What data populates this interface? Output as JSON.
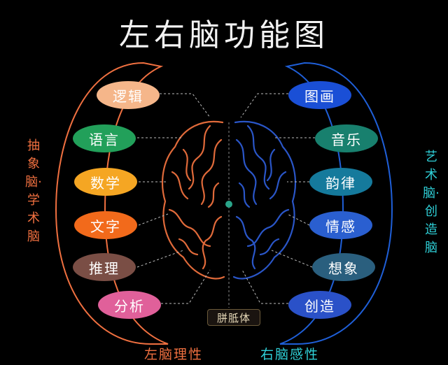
{
  "title": "左右脑功能图",
  "left_side_label": "抽象脑·学术脑",
  "right_side_label": "艺术脑·创造脑",
  "left_functions": [
    "逻辑",
    "语言",
    "数学",
    "文字",
    "推理",
    "分析"
  ],
  "right_functions": [
    "图画",
    "音乐",
    "韵律",
    "情感",
    "想象",
    "创造"
  ],
  "corpus_callosum": "胼胝体",
  "bottom_left": "左脑理性",
  "bottom_right": "右脑感性",
  "colors": {
    "left_outline": "#f07040",
    "right_outline": "#1f5fd8",
    "left_pills": [
      "#f5b68a",
      "#22a05a",
      "#f5a623",
      "#f26a1b",
      "#7a4e45",
      "#e0609a"
    ],
    "right_pills": [
      "#1a4fd6",
      "#18806e",
      "#157a9c",
      "#2a5fd0",
      "#2a5f7e",
      "#2a51c8"
    ],
    "left_label": "#f07040",
    "right_label": "#2fd0d8"
  }
}
